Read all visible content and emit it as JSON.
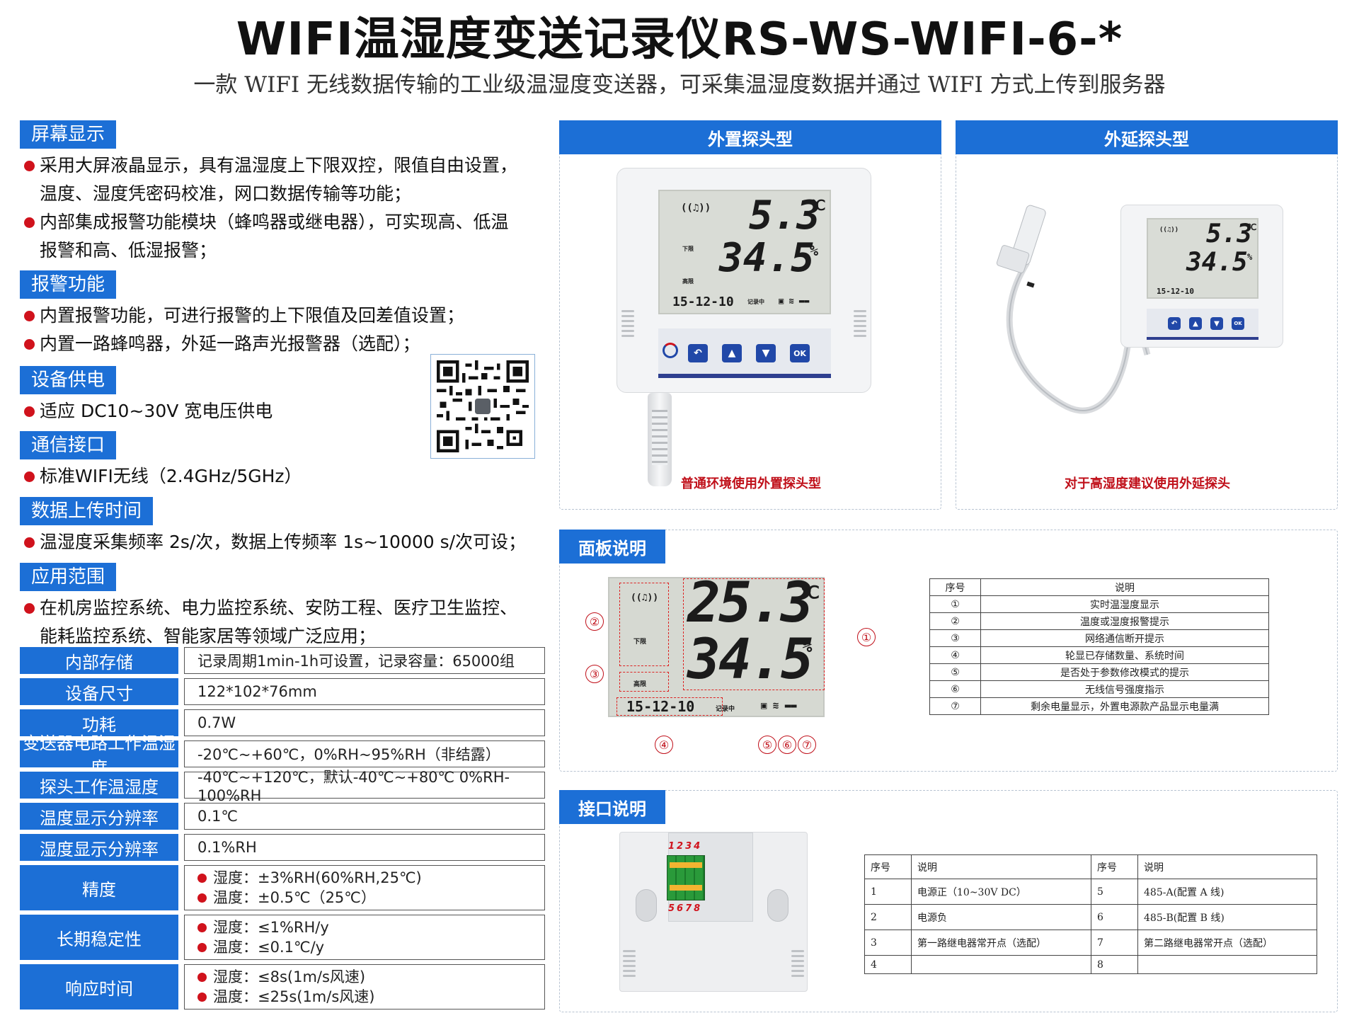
{
  "header": {
    "title": "WIFI温湿度变送记录仪RS-WS-WIFI-6-*",
    "subtitle": "一款 WIFI 无线数据传输的工业级温湿度变送器，可采集温湿度数据并通过 WIFI 方式上传到服务器"
  },
  "features": [
    {
      "tag": "屏幕显示",
      "items": [
        "采用大屏液晶显示，具有温湿度上下限双控，限值自由设置，",
        "温度、湿度凭密码校准，网口数据传输等功能；",
        "内部集成报警功能模块（蜂鸣器或继电器），可实现高、低温",
        "报警和高、低湿报警；"
      ]
    },
    {
      "tag": "报警功能",
      "items": [
        "内置报警功能，可进行报警的上下限值及回差值设置；",
        "内置一路蜂鸣器，外延一路声光报警器（选配）；"
      ]
    },
    {
      "tag": "设备供电",
      "items": [
        "适应 DC10~30V 宽电压供电"
      ]
    },
    {
      "tag": "通信接口",
      "items": [
        "标准WIFI无线（2.4GHz/5GHz）"
      ]
    },
    {
      "tag": "数据上传时间",
      "items": [
        "温湿度采集频率 2s/次，数据上传频率 1s~10000 s/次可设；"
      ]
    },
    {
      "tag": "应用范围",
      "items": [
        "在机房监控系统、电力监控系统、安防工程、医疗卫生监控、",
        "能耗监控系统、智能家居等领域广泛应用；"
      ]
    }
  ],
  "specs": [
    {
      "label": "内部存储",
      "value": "记录周期1min-1h可设置，记录容量：65000组"
    },
    {
      "label": "设备尺寸",
      "value": "122*102*76mm"
    },
    {
      "label": "功耗",
      "value": "0.7W"
    },
    {
      "label": "变送器电路工作温湿度",
      "value": "-20℃~+60℃，0%RH~95%RH（非结露）"
    },
    {
      "label": "探头工作温湿度",
      "value": "-40℃~+120℃，默认-40℃~+80℃ 0%RH-100%RH"
    },
    {
      "label": "温度显示分辨率",
      "value": "0.1℃"
    },
    {
      "label": "湿度显示分辨率",
      "value": "0.1%RH"
    },
    {
      "label": "精度",
      "lines": [
        "湿度：±3%RH(60%RH,25℃)",
        "温度：±0.5℃（25℃）"
      ]
    },
    {
      "label": "长期稳定性",
      "lines": [
        "湿度：≤1%RH/y",
        "温度：≤0.1℃/y"
      ]
    },
    {
      "label": "响应时间",
      "lines": [
        "湿度：≤8s(1m/s风速)",
        "温度：≤25s(1m/s风速)"
      ]
    }
  ],
  "models": {
    "external": {
      "title": "外置探头型",
      "caption": "普通环境使用外置探头型"
    },
    "extended": {
      "title": "外延探头型",
      "caption": "对于高湿度建议使用外延探头"
    }
  },
  "lcd": {
    "temp": "5.3",
    "temp_unit": "℃",
    "hum": "34.5",
    "hum_unit": "%",
    "date": "15-12-10",
    "record": "记录中",
    "low": "下限",
    "high": "高限",
    "keys": [
      "↶",
      "▲",
      "▼",
      "OK"
    ],
    "big_temp": "25.3"
  },
  "panel_desc": {
    "title": "面板说明",
    "markers": [
      "①",
      "②",
      "③",
      "④",
      "⑤",
      "⑥",
      "⑦"
    ],
    "header": [
      "序号",
      "说明"
    ],
    "rows": [
      [
        "①",
        "实时温湿度显示"
      ],
      [
        "②",
        "温度或湿度报警提示"
      ],
      [
        "③",
        "网络通信断开提示"
      ],
      [
        "④",
        "轮显已存储数量、系统时间"
      ],
      [
        "⑤",
        "是否处于参数修改模式的提示"
      ],
      [
        "⑥",
        "无线信号强度指示"
      ],
      [
        "⑦",
        "剩余电量显示，外置电源款产品显示电量满"
      ]
    ]
  },
  "interface_desc": {
    "title": "接口说明",
    "pins_top": [
      "1",
      "2",
      "3",
      "4"
    ],
    "pins_bottom": [
      "5",
      "6",
      "7",
      "8"
    ],
    "header": [
      "序号",
      "说明",
      "序号",
      "说明"
    ],
    "rows": [
      [
        "1",
        "电源正（10~30V DC）",
        "5",
        "485-A(配置 A 线)"
      ],
      [
        "2",
        "电源负",
        "6",
        "485-B(配置 B 线)"
      ],
      [
        "3",
        "第一路继电器常开点（选配）",
        "7",
        "第二路继电器常开点（选配）"
      ],
      [
        "4",
        "",
        "8",
        ""
      ]
    ]
  },
  "colors": {
    "accent": "#1c6fd6",
    "bullet": "#d0121c",
    "caption": "#c0101a"
  }
}
